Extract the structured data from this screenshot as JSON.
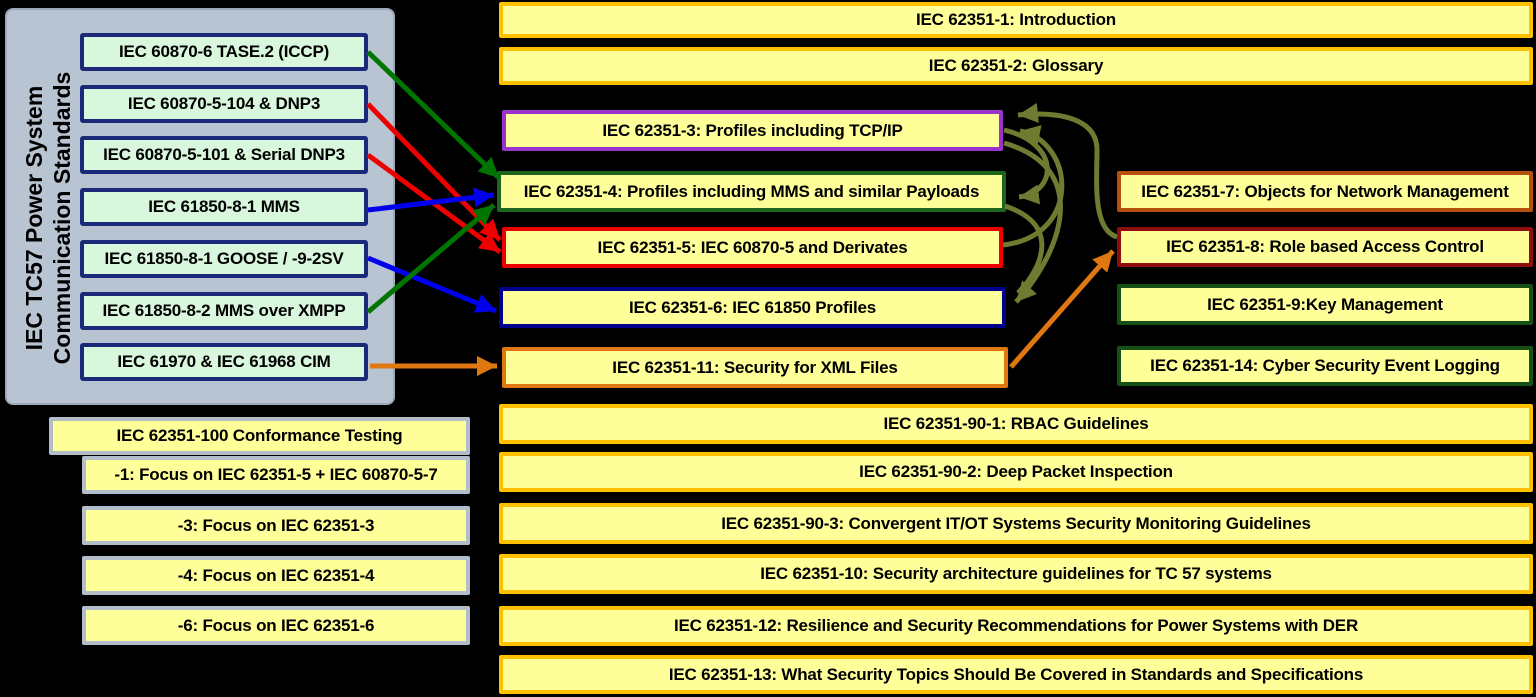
{
  "diagram": {
    "left_panel": {
      "title_line1": "IEC TC57 Power System",
      "title_line2": "Communication  Standards",
      "standards": [
        "IEC 60870-6  TASE.2 (ICCP)",
        "IEC 60870-5-104  & DNP3",
        "IEC 60870-5-101  & Serial  DNP3",
        "IEC 61850-8-1  MMS",
        "IEC 61850-8-1  GOOSE / -9-2SV",
        "IEC 61850-8-2  MMS  over  XMPP",
        "IEC 61970 & IEC 61968 CIM"
      ]
    },
    "conformance_tests": [
      "IEC 62351-100  Conformance  Testing",
      "-1: Focus  on IEC 62351-5 + IEC 60870-5-7",
      "-3: Focus on IEC 62351-3",
      "-4: Focus on IEC 62351-4",
      "-6: Focus on IEC 62351-6"
    ],
    "general_parts": [
      "IEC 62351-1: Introduction",
      "IEC 62351-2: Glossary"
    ],
    "profile_parts": [
      "IEC 62351-3:  Profiles  including  TCP/IP",
      "IEC 62351-4:  Profiles  including  MMS  and  similar  Payloads",
      "IEC 62351-5:  IEC 60870-5 and Derivates",
      "IEC 62351-6:  IEC 61850 Profiles",
      "IEC 62351-11:  Security  for XML Files"
    ],
    "management_parts": [
      "IEC 62351-7:  Objects for Network Management",
      "IEC 62351-8:  Role based Access Control",
      "IEC 62351-9:Key  Management",
      "IEC 62351-14:  Cyber Security  Event Logging"
    ],
    "guideline_parts": [
      "IEC 62351-90-1:  RBAC Guidelines",
      "IEC 62351-90-2:  Deep Packet  Inspection",
      "IEC 62351-90-3:  Convergent  IT/OT Systems  Security  Monitoring  Guidelines",
      "IEC 62351-10:  Security  architecture  guidelines  for  TC 57 systems",
      "IEC 62351-12:  Resilience  and  Security  Recommendations  for  Power Systems  with  DER",
      "IEC 62351-13:  What Security  Topics  Should  Be Covered  in  Standards  and  Specifications"
    ],
    "colors": {
      "background": "#000000",
      "panel_fill": "#b9c4d2",
      "comm_box_fill": "#d9f7dc",
      "comm_box_border": "#1b2a78",
      "yellow_fill": "#ffff99",
      "gold_border": "#ffc000",
      "conf_border": "#b3becb",
      "part3_border": "#9933cc",
      "part4_border": "#1e651e",
      "part5_border": "#ee0000",
      "part6_border": "#00008b",
      "part11_border": "#e07812",
      "part7_border": "#b5500f",
      "part8_border": "#8f0e0e",
      "part9_border": "#175017",
      "part14_border": "#175017",
      "arrow_green": "#007500",
      "arrow_red": "#ee0000",
      "arrow_blue": "#0000ee",
      "arrow_orange": "#e07812",
      "arrow_olive": "#6d7c31"
    }
  }
}
